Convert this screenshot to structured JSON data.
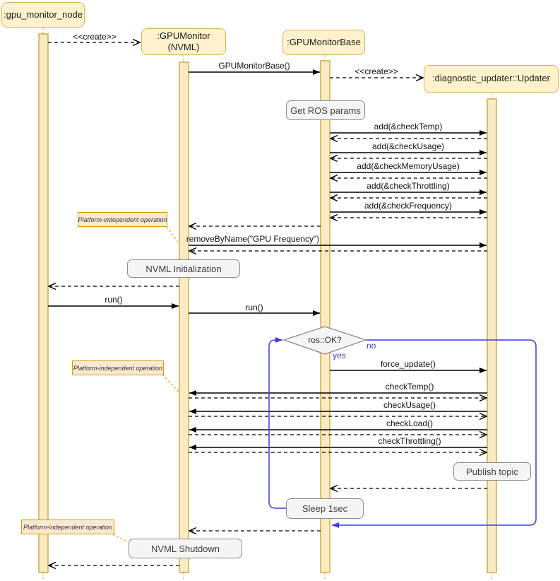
{
  "participants": [
    {
      "label": ":gpu_monitor_node"
    },
    {
      "label": ":GPUMonitor\n(NVML)"
    },
    {
      "label": ":GPUMonitorBase"
    },
    {
      "label": ":diagnostic_updater::Updater"
    }
  ],
  "labels": {
    "create": "<<create>>",
    "gpumonitorbase_ctor": "GPUMonitorBase()",
    "add_check_temp": "add(&checkTemp)",
    "add_check_usage": "add(&checkUsage)",
    "add_check_memory_usage": "add(&checkMemoryUsage)",
    "add_check_throttling": "add(&checkThrottling)",
    "add_check_frequency": "add(&checkFrequency)",
    "remove_by_name": "removeByName(\"GPU Frequency\")",
    "run": "run()",
    "force_update": "force_update()",
    "check_temp": "checkTemp()",
    "check_usage": "checkUsage()",
    "check_load": "checkLoad()",
    "check_throttling": "checkThrottling()"
  },
  "ops": {
    "get_ros_params": "Get ROS params",
    "nvml_initialization": "NVML Initialization",
    "publish_topic": "Publish topic",
    "sleep": "Sleep 1sec",
    "nvml_shutdown": "NVML Shutdown"
  },
  "notes": {
    "platform_independent": "Platform-independent operation"
  },
  "decision": {
    "condition": "ros::OK?",
    "yes_label": "yes",
    "no_label": "no"
  },
  "colors": {
    "participant_fill": "#FFF2CC",
    "participant_border": "#D6B656",
    "activation_fill": "#FAEBC2",
    "activation_border": "#C79F37",
    "note_fill": "#FCE9D3",
    "note_border": "#D79B00",
    "op_fill": "#F5F5F5",
    "op_border": "#8C8C8C",
    "loop_blue": "#3B3BE8"
  }
}
